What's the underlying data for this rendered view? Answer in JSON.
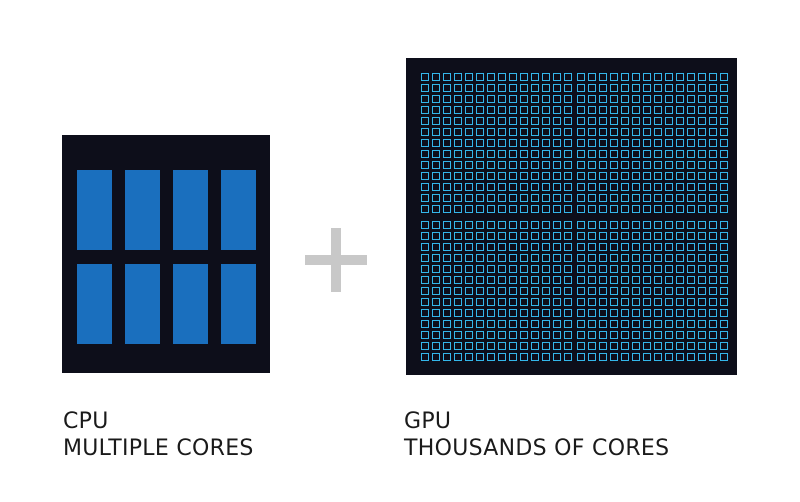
{
  "cpu": {
    "title": "CPU",
    "subtitle": "MULTIPLE CORES",
    "core_rows": 2,
    "core_cols": 4
  },
  "gpu": {
    "title": "GPU",
    "subtitle": "THOUSANDS OF CORES",
    "quadrant_rows": 2,
    "quadrant_cols": 2,
    "cores_per_quadrant_rows": 13,
    "cores_per_quadrant_cols": 14
  },
  "separator": {
    "symbol": "plus"
  },
  "colors": {
    "background": "#ffffff",
    "chip": "#0d0e1a",
    "cpu_core": "#1a6fbe",
    "gpu_core_border": "#34b6ea",
    "plus": "#c8c8c8",
    "text": "#1a1a1a"
  }
}
